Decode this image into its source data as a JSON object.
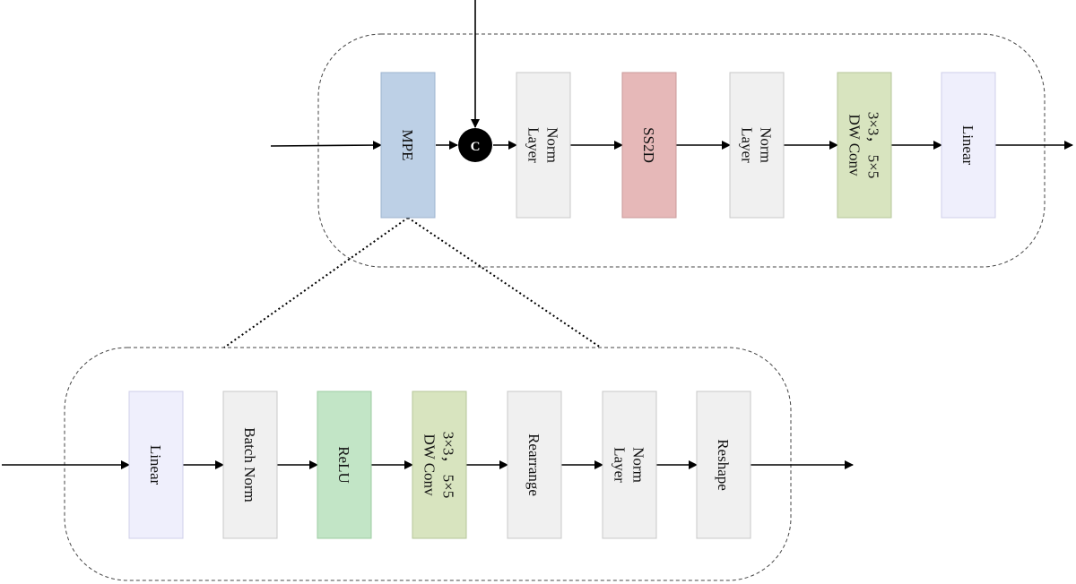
{
  "top_module": {
    "blocks": [
      {
        "id": "mpe",
        "lines": [
          "MPE"
        ],
        "fill": "#bdd0e6",
        "stroke": "#9db3cf"
      },
      {
        "id": "layer-norm-1",
        "lines": [
          "Layer",
          "Norm"
        ],
        "fill": "#f0f0f0",
        "stroke": "#c8c8c8"
      },
      {
        "id": "ss2d",
        "lines": [
          "SS2D"
        ],
        "fill": "#e6b8b8",
        "stroke": "#c99a9a"
      },
      {
        "id": "layer-norm-2",
        "lines": [
          "Layer",
          "Norm"
        ],
        "fill": "#f0f0f0",
        "stroke": "#c8c8c8"
      },
      {
        "id": "dw-conv",
        "lines": [
          "DW Conv",
          "3×3， 5×5"
        ],
        "fill": "#d8e4bf",
        "stroke": "#b6c69a"
      },
      {
        "id": "linear",
        "lines": [
          "Linear"
        ],
        "fill": "#efeffc",
        "stroke": "#cfcfea"
      }
    ],
    "concat_symbol": "C"
  },
  "mpe_detail": {
    "blocks": [
      {
        "id": "linear",
        "lines": [
          "Linear"
        ],
        "fill": "#efeffc",
        "stroke": "#cfcfea"
      },
      {
        "id": "batch-norm",
        "lines": [
          "Batch Norm"
        ],
        "fill": "#f0f0f0",
        "stroke": "#c8c8c8"
      },
      {
        "id": "relu",
        "lines": [
          "ReLU"
        ],
        "fill": "#c2e5c6",
        "stroke": "#9ccca2"
      },
      {
        "id": "dw-conv",
        "lines": [
          "DW Conv",
          "3×3， 5×5"
        ],
        "fill": "#d8e4bf",
        "stroke": "#b6c69a"
      },
      {
        "id": "rearrange",
        "lines": [
          "Rearrange"
        ],
        "fill": "#f0f0f0",
        "stroke": "#c8c8c8"
      },
      {
        "id": "layer-norm",
        "lines": [
          "Layer",
          "Norm"
        ],
        "fill": "#f0f0f0",
        "stroke": "#c8c8c8"
      },
      {
        "id": "reshape",
        "lines": [
          "Reshape"
        ],
        "fill": "#f0f0f0",
        "stroke": "#c8c8c8"
      }
    ]
  }
}
